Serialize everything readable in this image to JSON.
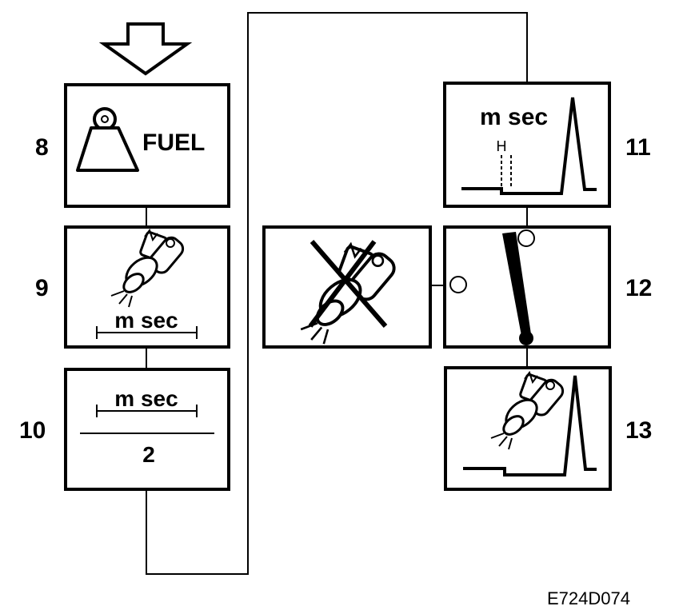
{
  "diagram": {
    "reference_code": "E724D074",
    "steps": [
      {
        "number": "8",
        "label": "FUEL",
        "icon": "weight-icon"
      },
      {
        "number": "9",
        "label": "m sec",
        "icon": "fuel-injector-icon"
      },
      {
        "number": "10",
        "label": "m sec",
        "divisor": "2",
        "icon": "fraction-icon"
      },
      {
        "number": "11",
        "label": "m sec",
        "marker": "H",
        "icon": "injector-waveform-icon"
      },
      {
        "number": "12",
        "icon": "open-switch-icon"
      },
      {
        "number": "13",
        "icon": "injector-waveform-icon"
      }
    ],
    "side_box": {
      "icon": "crossed-out-injector-icon"
    }
  }
}
